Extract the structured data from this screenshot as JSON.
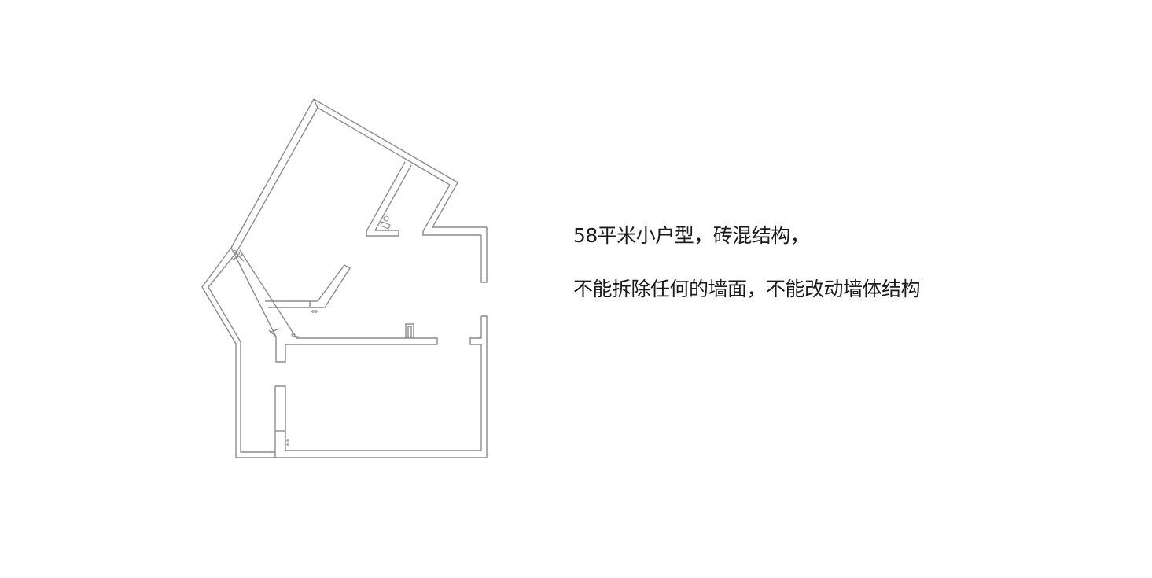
{
  "caption": {
    "line1": "58平米小户型，砖混结构，",
    "line2": "不能拆除任何的墙面，不能改动墙体结构"
  },
  "floorplan": {
    "area_sqm": 58,
    "stroke_color": "#8c8c8c"
  }
}
